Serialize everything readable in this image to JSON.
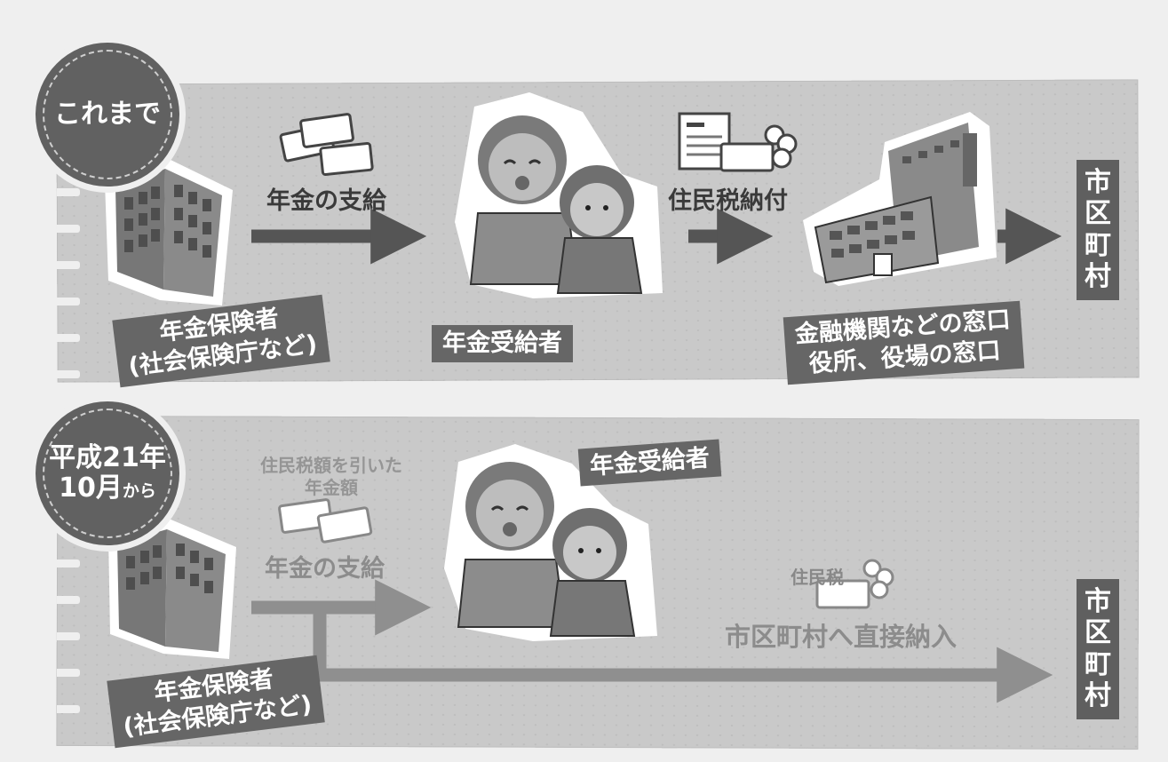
{
  "before": {
    "badge": "これまで",
    "payer_line1": "年金保険者",
    "payer_line2": "(社会保険庁など)",
    "flow1": "年金の支給",
    "recipient": "年金受給者",
    "flow2": "住民税納付",
    "window_line1": "金融機関などの窓口",
    "window_line2": "役所、役場の窓口",
    "destination": [
      "市",
      "区",
      "町",
      "村"
    ]
  },
  "after": {
    "badge_line1": "平成21年",
    "badge_line2_main": "10月",
    "badge_line2_small": "から",
    "note_line1": "住民税額を引いた",
    "note_line2": "年金額",
    "flow1": "年金の支給",
    "recipient": "年金受給者",
    "tax_label": "住民税",
    "direct": "市区町村へ直接納入",
    "payer_line1": "年金保険者",
    "payer_line2": "(社会保険庁など)",
    "destination": [
      "市",
      "区",
      "町",
      "村"
    ]
  }
}
